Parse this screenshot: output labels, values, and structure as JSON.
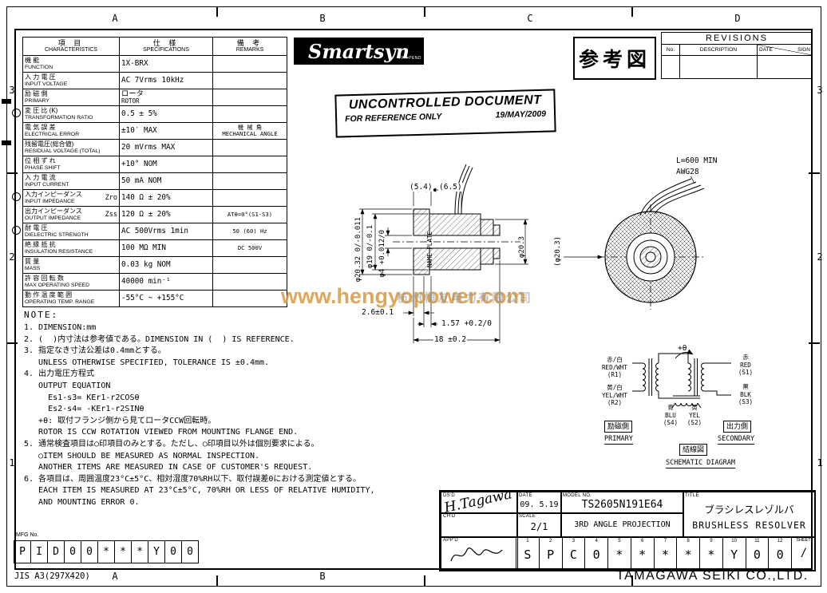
{
  "sheet": {
    "grid_top": [
      "A",
      "B",
      "C",
      "D"
    ],
    "grid_bottom": [
      "A",
      "B"
    ],
    "grid_left": [
      "3",
      "2",
      "1"
    ],
    "grid_right": [
      "3",
      "2",
      "1"
    ],
    "format_note": "JIS A3(297X420)",
    "company": "TAMAGAWA SEIKI CO.,LTD."
  },
  "watermark": {
    "url": "www.hengyopower.com",
    "cn": "杭州恒友电力有限公司"
  },
  "logo": {
    "text": "Smartsyn",
    "sub": "PAT PEND"
  },
  "stamp": {
    "title": "UNCONTROLLED DOCUMENT",
    "sub": "FOR REFERENCE ONLY",
    "date": "19/MAY/2009"
  },
  "ref_mark": {
    "label": "参考図"
  },
  "revisions": {
    "title": "REVISIONS",
    "col_no": "No.",
    "col_desc": "DESCRIPTION",
    "col_date": "DATE",
    "col_sign": "SIGN"
  },
  "spec_table": {
    "header": {
      "c1_jp": "項 目",
      "c1_en": "CHARACTERISTICS",
      "c2_jp": "仕 様",
      "c2_en": "SPECIFICATIONS",
      "c3_jp": "備 考",
      "c3_en": "REMARKS"
    },
    "rows": [
      {
        "jp": "機 能",
        "en": "FUNCTION",
        "spec": "1X-BRX"
      },
      {
        "jp": "入 力 電 圧",
        "en": "INPUT VOLTAGE",
        "spec": "AC 7Vrms 10kHz"
      },
      {
        "jp": "励 磁 側",
        "en": "PRIMARY",
        "spec": "ロータ",
        "spec2": "ROTOR"
      },
      {
        "jp": "変 圧 比 (K)",
        "en": "TRANSFORMATION RATIO",
        "spec": "0.5 ± 5%",
        "inspected": true
      },
      {
        "jp": "電 気 誤 差",
        "en": "ELECTRICAL ERROR",
        "spec": "±10′ MAX",
        "rem1": "機 械 角",
        "rem2": "MECHANICAL ANGLE"
      },
      {
        "jp": "残留電圧(総合値)",
        "en": "RESIDUAL VOLTAGE (TOTAL)",
        "spec": "20 mVrms MAX"
      },
      {
        "jp": "位 相 ず れ",
        "en": "PHASE SHIFT",
        "spec": "+10° NOM"
      },
      {
        "jp": "入 力 電 流",
        "en": "INPUT CURRENT",
        "spec": "50 mA NOM"
      },
      {
        "jp": "入力インピーダンス",
        "en": "INPUT IMPEDANCE",
        "sym": "Zro",
        "spec": "140 Ω ± 20%",
        "inspected": true
      },
      {
        "jp": "出力インピーダンス",
        "en": "OUTPUT IMPEDANCE",
        "sym": "Zss",
        "spec": "120 Ω ± 20%",
        "rem1": "ATθ=0°(S1-S3)"
      },
      {
        "jp": "耐 電 圧",
        "en": "DIELECTRIC STRENGTH",
        "spec": "AC 500Vrms 1min",
        "rem1": "50 (60) Hz",
        "inspected": true
      },
      {
        "jp": "絶 縁 抵 抗",
        "en": "INSULATION RESISTANCE",
        "spec": "100 MΩ MIN",
        "rem1": "DC 500V"
      },
      {
        "jp": "質 量",
        "en": "MASS",
        "spec": "0.03 kg NOM"
      },
      {
        "jp": "許 容 回 転 数",
        "en": "MAX OPERATING SPEED",
        "spec": "40000 min⁻¹"
      },
      {
        "jp": "動 作 温 度 範 囲",
        "en": "OPERATING TEMP. RANGE",
        "spec": "-55°C ~ +155°C"
      }
    ]
  },
  "dimension_labels": {
    "d54": "(5.4)",
    "d65": "(6.5)",
    "dia2032": "φ20.32 0/-0.011",
    "dia19": "φ19 0/-0.1",
    "dia4": "φ4 +0.012/0",
    "dia203": "φ20.3",
    "dia203p": "(φ20.3)",
    "d26": "2.6±0.1",
    "d157": "1.57 +0.2/0",
    "d18": "18 ±0.2",
    "lead": "L=600 MIN",
    "awg": "AWG28",
    "nameplate": "NAME PLATE"
  },
  "notes": {
    "heading": "NOTE:",
    "lines": [
      "1. DIMENSION:mm",
      "2. (  )内寸法は参考値である。DIMENSION IN (  ) IS REFERENCE.",
      "3. 指定なき寸法公差は0.4mmとする。",
      "   UNLESS OTHERWISE SPECIFIED, TOLERANCE IS ±0.4mm.",
      "4. 出力電圧方程式",
      "   OUTPUT EQUATION",
      "     Es1-s3= KEr1-r2COSθ",
      "     Es2-s4= -KEr1-r2SINθ",
      "   +θ: 取付フランジ側から見てロータCCW回転時。",
      "   ROTOR IS CCW ROTATION VIEWED FROM MOUNTING FLANGE END.",
      "5. 通常検査項目は○印項目のみとする。ただし、○印項目以外は個別要求による。",
      "   ○ITEM SHOULD BE MEASURED AS NORMAL INSPECTION.",
      "   ANOTHER ITEMS ARE MEASURED IN CASE OF CUSTOMER'S REQUEST.",
      "6. 各項目は、周囲温度23°C±5°C、相対湿度70%RH以下、取付誤差0における測定値とする。",
      "   EACH ITEM IS MEASURED AT 23°C±5°C, 70%RH OR LESS OF RELATIVE HUMIDITY,",
      "   AND MOUNTING ERROR 0."
    ]
  },
  "schematic": {
    "theta": "+θ",
    "r1": {
      "jp": "赤/白",
      "en": "RED/WHT",
      "id": "(R1)"
    },
    "r2": {
      "jp": "黄/白",
      "en": "YEL/WHT",
      "id": "(R2)"
    },
    "s1": {
      "jp": "赤",
      "en": "RED",
      "id": "(S1)"
    },
    "s3": {
      "jp": "黒",
      "en": "BLK",
      "id": "(S3)"
    },
    "s4": {
      "jp": "青",
      "en": "BLU",
      "id": "(S4)"
    },
    "s2": {
      "jp": "黄",
      "en": "YEL",
      "id": "(S2)"
    },
    "primary_jp": "励磁側",
    "primary_en": "PRIMARY",
    "secondary_jp": "出力側",
    "secondary_en": "SECONDARY",
    "caption_jp": "結線図",
    "caption_en": "SCHEMATIC DIAGRAM"
  },
  "title_block": {
    "dsd_label": "DS'D",
    "chd_label": "CH'D",
    "appd_label": "APP'D",
    "dsd_sign": "H.Tagawa",
    "date_label": "DATE",
    "date": "09. 5.19",
    "model_label": "MODEL NO.",
    "model": "TS2605N191E64",
    "scale_label": "SCALE",
    "scale": "2/1",
    "projection": "3RD ANGLE PROJECTION",
    "title_label": "TITLE",
    "title_jp": "ブラシレスレゾルバ",
    "title_en": "BRUSHLESS RESOLVER",
    "sheet_label": "SHEET",
    "sheet_value": "/",
    "part_cells": [
      {
        "n": "1",
        "c": "S"
      },
      {
        "n": "2",
        "c": "P"
      },
      {
        "n": "3",
        "c": "C"
      },
      {
        "n": "4",
        "c": "0"
      },
      {
        "n": "5",
        "c": "*"
      },
      {
        "n": "6",
        "c": "*"
      },
      {
        "n": "7",
        "c": "*"
      },
      {
        "n": "8",
        "c": "*"
      },
      {
        "n": "9",
        "c": "*"
      },
      {
        "n": "10",
        "c": "Y"
      },
      {
        "n": "11",
        "c": "0"
      },
      {
        "n": "12",
        "c": "0"
      }
    ]
  },
  "mfg": {
    "label": "MFG No.",
    "cells": [
      "P",
      "I",
      "D",
      "0",
      "0",
      "*",
      "*",
      "*",
      "Y",
      "0",
      "0"
    ]
  }
}
